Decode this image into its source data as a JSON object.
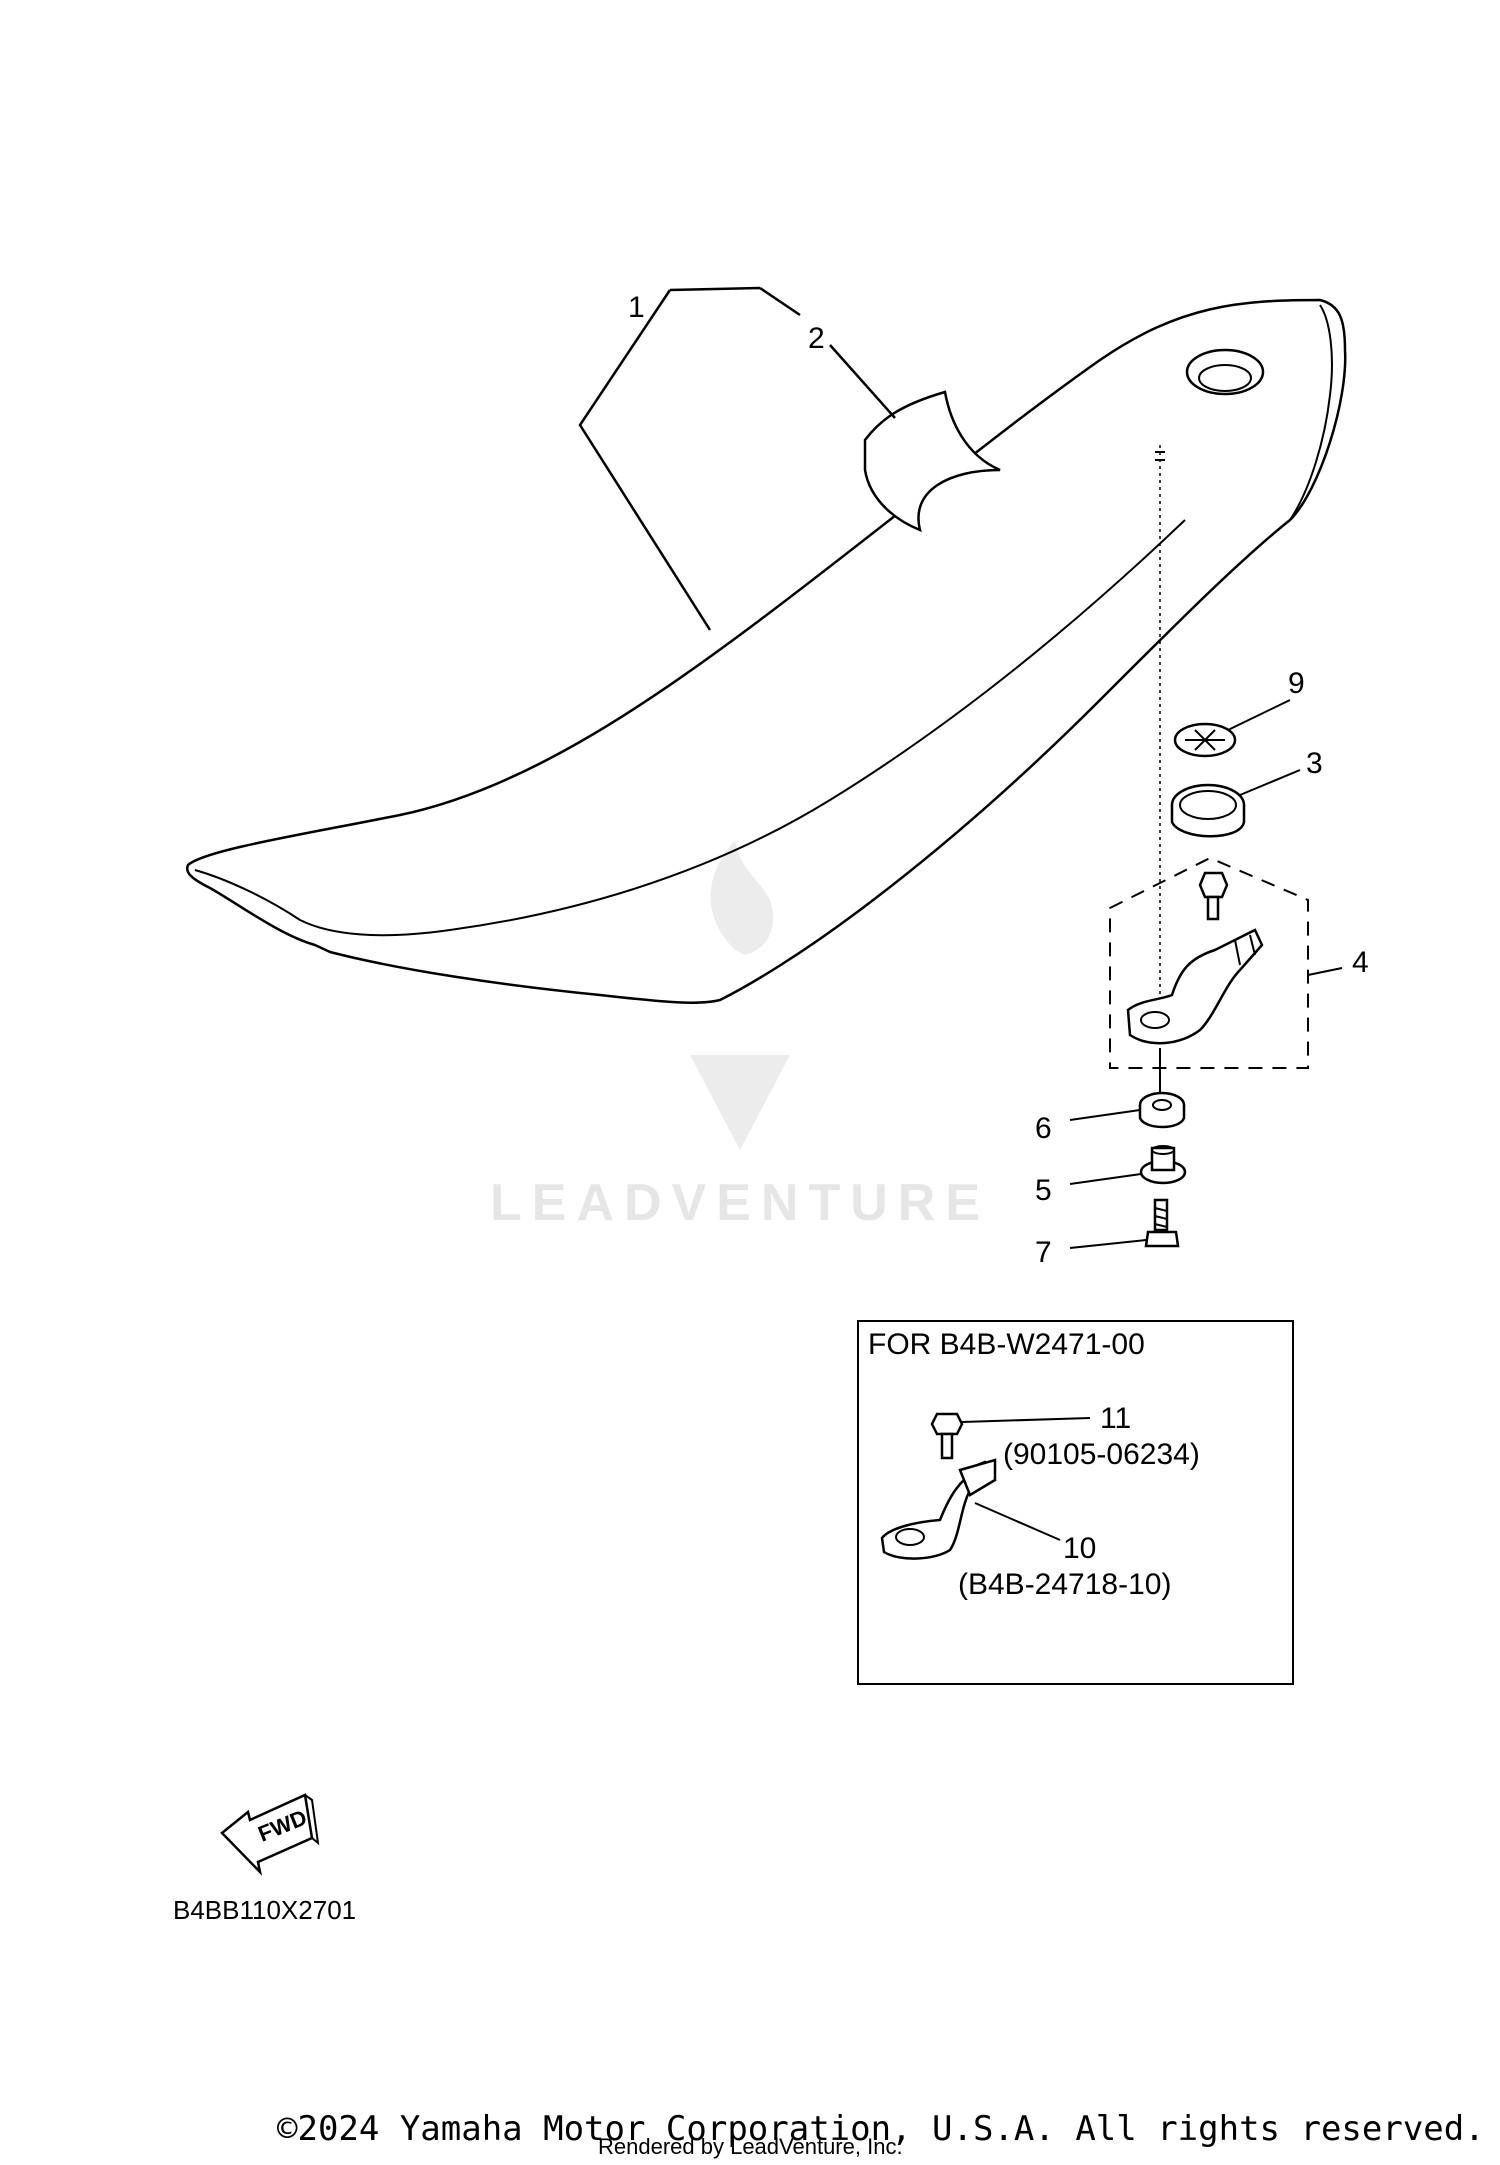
{
  "callouts": {
    "c1": "1",
    "c2": "2",
    "c3": "3",
    "c4": "4",
    "c5": "5",
    "c6": "6",
    "c7": "7",
    "c9": "9",
    "c10": "10",
    "c11": "11"
  },
  "inset": {
    "title": "FOR  B4B-W2471-00",
    "part_11_number": "(90105-06234)",
    "part_10_number": "(B4B-24718-10)"
  },
  "fwd_label": "FWD",
  "diagram_code": "B4BB110X2701",
  "watermark": "LEADVENTURE",
  "rendered_by": "Rendered by LeadVenture, Inc.",
  "copyright": "©2024 Yamaha Motor Corporation, U.S.A. All rights reserved.",
  "colors": {
    "line": "#000000",
    "watermark": "#e6e6e6",
    "background": "#ffffff"
  }
}
